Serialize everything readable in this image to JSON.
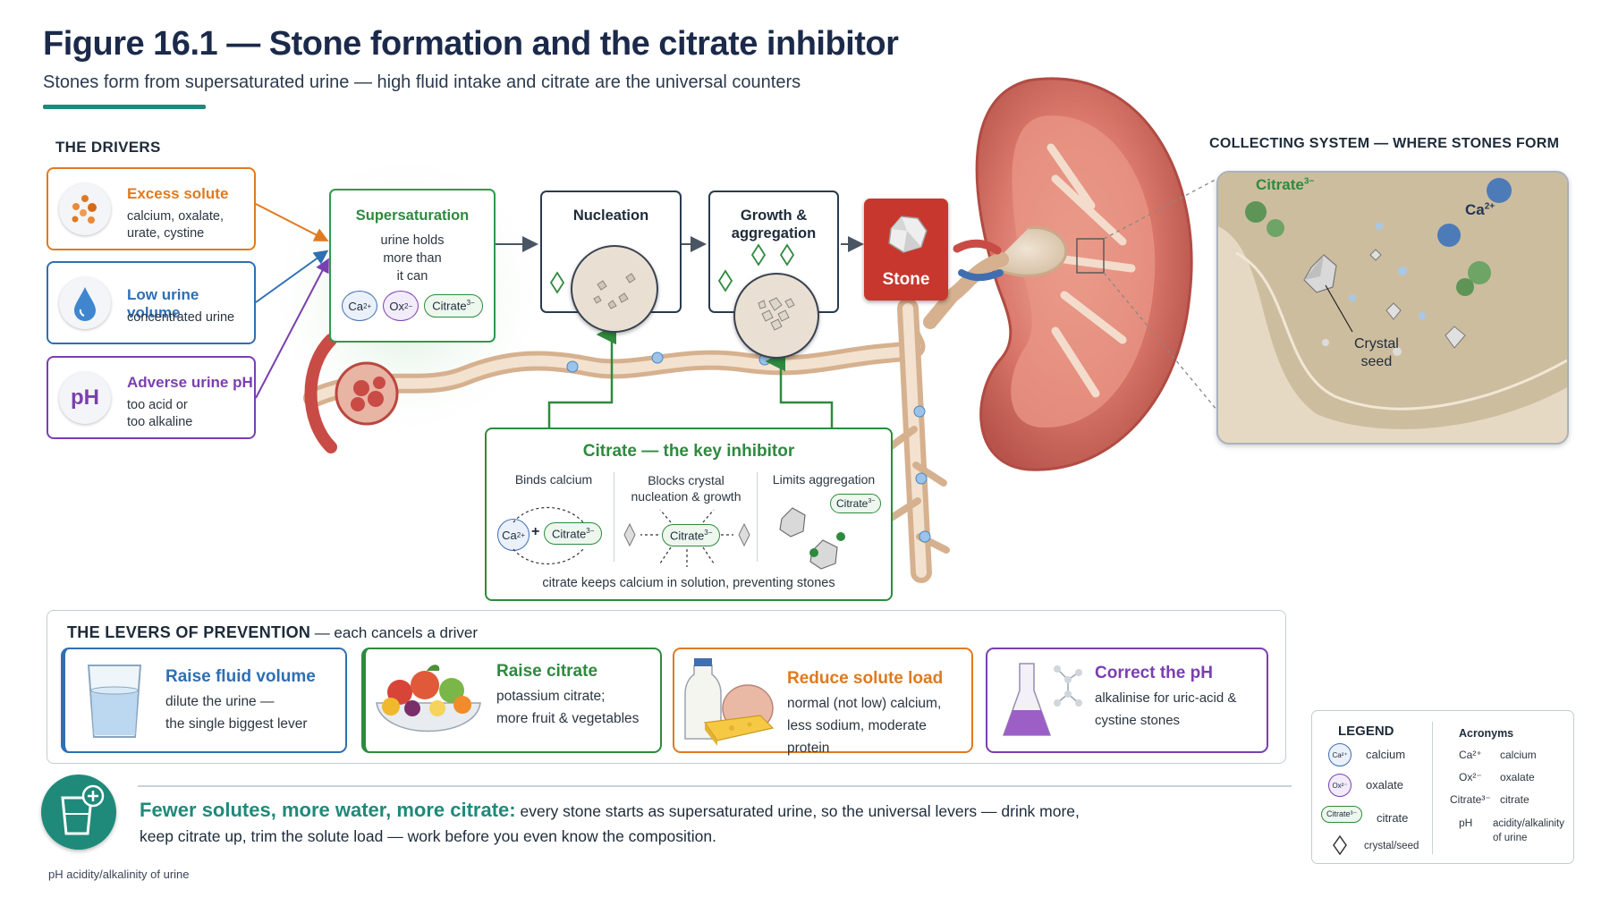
{
  "header": {
    "title": "Figure 16.1 — Stone formation and the citrate inhibitor",
    "subtitle": "Stones form from supersaturated urine — high fluid intake and citrate are the universal counters"
  },
  "drivers": {
    "heading": "THE DRIVERS",
    "items": [
      {
        "title": "Excess solute",
        "desc1": "calcium, oxalate,",
        "desc2": "urate, cystine",
        "color": "#e07a1f"
      },
      {
        "title": "Low urine volume",
        "desc1": "concentrated urine",
        "desc2": "",
        "color": "#2f6fb3"
      },
      {
        "title": "Adverse urine pH",
        "desc1": "too acid or",
        "desc2": "too alkaline",
        "color": "#7a3fb0",
        "icon_text": "pH"
      }
    ]
  },
  "process": {
    "supersaturation": {
      "title": "Supersaturation",
      "line1": "urine holds",
      "line2": "more than",
      "line3": "it can"
    },
    "ions": {
      "ca": "Ca",
      "ca_sup": "2+",
      "ox": "Ox",
      "ox_sup": "2−",
      "citrate": "Citrate",
      "citrate_sup": "3−"
    },
    "nucleation": "Nucleation",
    "growth": {
      "line1": "Growth &",
      "line2": "aggregation"
    },
    "stone": "Stone"
  },
  "citrate_box": {
    "title": "Citrate — the key inhibitor",
    "col1": "Binds calcium",
    "col2_line1": "Blocks crystal",
    "col2_line2": "nucleation & growth",
    "col3": "Limits aggregation",
    "plus": "+",
    "footer": "citrate keeps calcium in solution, preventing stones"
  },
  "collecting": {
    "heading": "COLLECTING SYSTEM — WHERE STONES FORM",
    "citrate_label": "Citrate",
    "citrate_sup": "3−",
    "ca_label": "Ca",
    "ca_sup": "2+",
    "seed_line1": "Crystal",
    "seed_line2": "seed"
  },
  "levers": {
    "heading": "THE LEVERS OF PREVENTION",
    "heading_suffix": "— each cancels a driver",
    "items": [
      {
        "title": "Raise fluid volume",
        "line1": "dilute the urine —",
        "line2": "the single biggest lever",
        "color": "#2f6fb3"
      },
      {
        "title": "Raise citrate",
        "line1": "potassium citrate;",
        "line2": "more fruit & vegetables",
        "color": "#2e8a3e"
      },
      {
        "title": "Reduce solute load",
        "line1": "normal (not low) calcium,",
        "line2": "less sodium, moderate protein",
        "color": "#e07a1f"
      },
      {
        "title": "Correct the pH",
        "line1": "alkalinise for uric-acid &",
        "line2": "cystine stones",
        "color": "#7a3fb0"
      }
    ]
  },
  "takeaway": {
    "bold": "Fewer solutes, more water, more citrate:",
    "text1": "every stone starts as supersaturated urine, so the universal levers — drink more,",
    "text2": "keep citrate up, trim the solute load — work before you even know the composition."
  },
  "footnote": "pH acidity/alkalinity of urine",
  "legend": {
    "heading": "LEGEND",
    "items": [
      {
        "sym": "Ca²⁺",
        "label": "calcium"
      },
      {
        "sym": "Ox²⁻",
        "label": "oxalate"
      },
      {
        "sym": "Citrate³⁻",
        "label": "citrate"
      },
      {
        "sym": "",
        "label": "crystal/seed"
      }
    ],
    "acronyms_heading": "Acronyms",
    "acronyms": [
      {
        "abbr": "Ca²⁺",
        "meaning": "calcium"
      },
      {
        "abbr": "Ox²⁻",
        "meaning": "oxalate"
      },
      {
        "abbr": "Citrate³⁻",
        "meaning": "citrate"
      },
      {
        "abbr": "pH",
        "meaning": "acidity/alkalinity",
        "meaning2": "of urine"
      }
    ]
  },
  "colors": {
    "orange": "#e07a1f",
    "blue": "#2f6fb3",
    "purple": "#7a3fb0",
    "green": "#2e8a3e",
    "teal": "#1f8a7a",
    "stone_red": "#c8372d",
    "navy": "#1b2a4a"
  }
}
